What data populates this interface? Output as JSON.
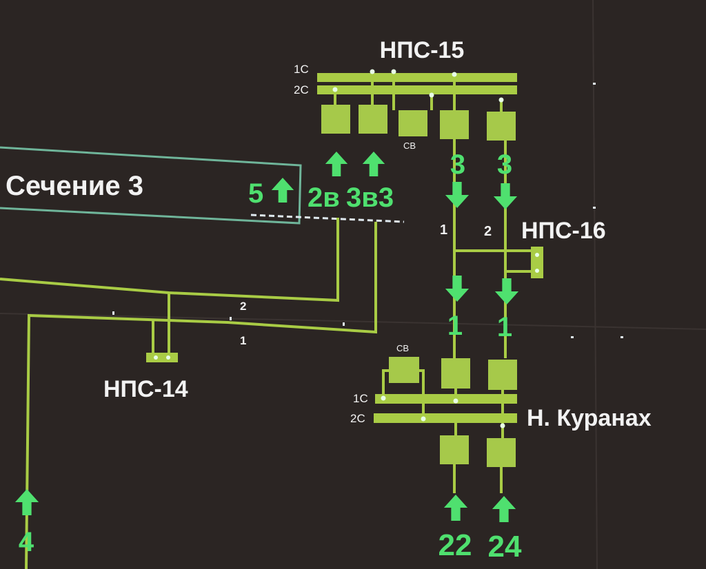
{
  "colors": {
    "background": "#2b2523",
    "line": "#a9cc45",
    "box": "#a6c94a",
    "arrow": "#4fe06f",
    "value_text": "#4fe06f",
    "label_text": "#f2f2f2",
    "section_border": "#6fb59a",
    "section_cut": "#dfe9ef"
  },
  "section": {
    "title": "Сечение 3",
    "value": "5"
  },
  "substations": {
    "nps15": {
      "name": "НПС-15",
      "bus1": "1С",
      "bus2": "2С",
      "coupler": "СВ"
    },
    "nps16": {
      "name": "НПС-16",
      "line1": "1",
      "line2": "2"
    },
    "nps14": {
      "name": "НПС-14"
    },
    "kuranakh": {
      "name": "Н. Куранах",
      "bus1": "1С",
      "bus2": "2С",
      "coupler": "СВ"
    }
  },
  "lines": {
    "line1_label": "1",
    "line2_label": "2"
  },
  "flows": {
    "nps15_out_1": "2в",
    "nps15_out_2": "3в3",
    "nps15_to_16_a": "3",
    "nps15_to_16_b": "3",
    "nps16_to_kur_a": "1",
    "nps16_to_kur_b": "1",
    "kur_in_a": "22",
    "kur_in_b": "24",
    "left_in": "4"
  },
  "icons": {
    "up_arrow": "up-arrow-icon",
    "down_arrow": "down-arrow-icon"
  }
}
